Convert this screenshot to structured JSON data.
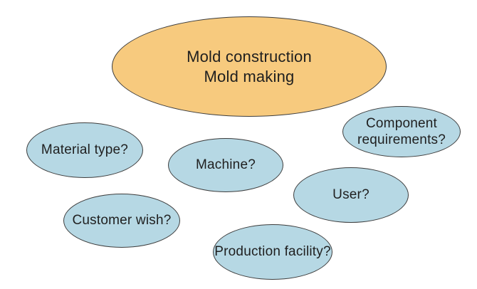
{
  "colors": {
    "main_fill": "#f7ca7e",
    "bubble_fill": "#b6d8e4",
    "stroke": "#3d3d3d",
    "text": "#1f1f1f",
    "background": "#ffffff"
  },
  "nodes": {
    "main": {
      "text": "Mold construction\nMold making"
    },
    "component": {
      "text": "Component\nrequirements?"
    },
    "material": {
      "text": "Material type?"
    },
    "machine": {
      "text": "Machine?"
    },
    "user": {
      "text": "User?"
    },
    "customer": {
      "text": "Customer wish?"
    },
    "production": {
      "text": "Production facility?"
    }
  }
}
